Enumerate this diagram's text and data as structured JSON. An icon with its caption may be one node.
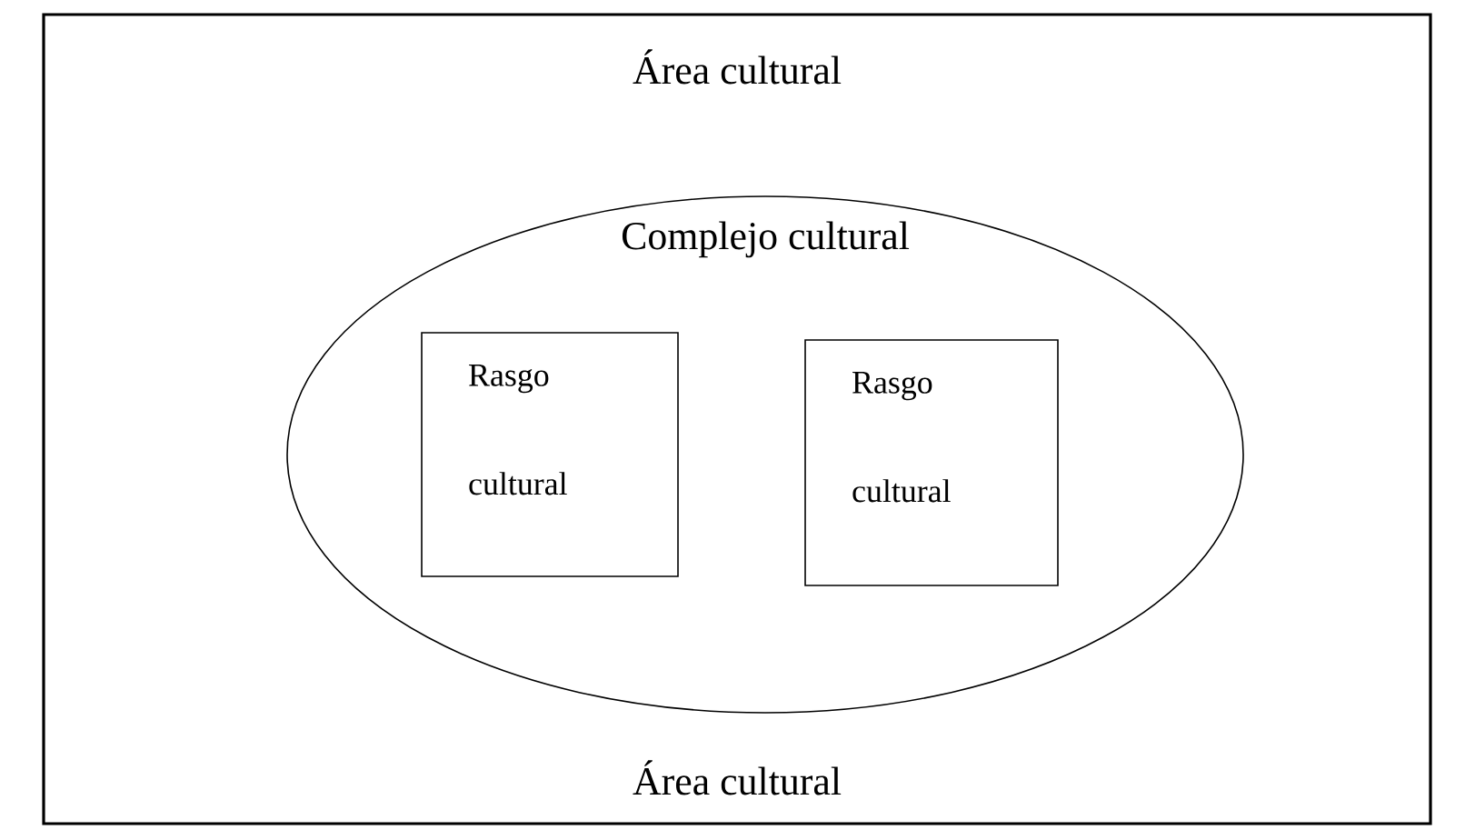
{
  "diagram": {
    "nodes": [
      {
        "text": [
          "Área cultural",
          "Área cultural"
        ]
      },
      {
        "text": [
          "Complejo cultural"
        ],
        "in": 0
      },
      {
        "text": [
          "Rasgo cultural"
        ],
        "in": 1
      },
      {
        "text": [
          "Rasgo cultural"
        ],
        "in": 1
      }
    ]
  }
}
